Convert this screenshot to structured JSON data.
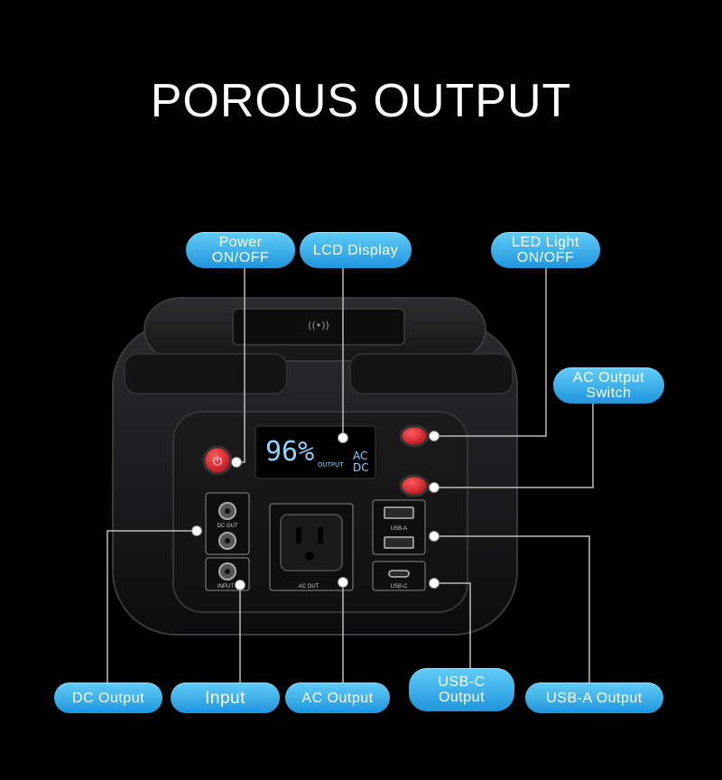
{
  "title": "POROUS OUTPUT",
  "device": {
    "lcd_percent": "96%",
    "lcd_output_label": "OUTPUT",
    "lcd_ac": "AC",
    "lcd_dc": "DC",
    "dc_out_label": "DC OUT",
    "input_label": "INPUT",
    "ac_out_label": "AC OUT",
    "usb_a_label": "USB-A",
    "usb_c_label": "USB-C"
  },
  "callouts": {
    "power": "Power\nON/OFF",
    "lcd": "LCD Display",
    "led": "LED Light\nON/OFF",
    "ac_switch": "AC Output\nSwitch",
    "dc_output": "DC Output",
    "input": "Input",
    "ac_output": "AC Output",
    "usb_c_output": "USB-C\nOutput",
    "usb_a_output": "USB-A Output"
  },
  "colors": {
    "accent": "#2aa6e8",
    "button_red": "#e3242b"
  }
}
